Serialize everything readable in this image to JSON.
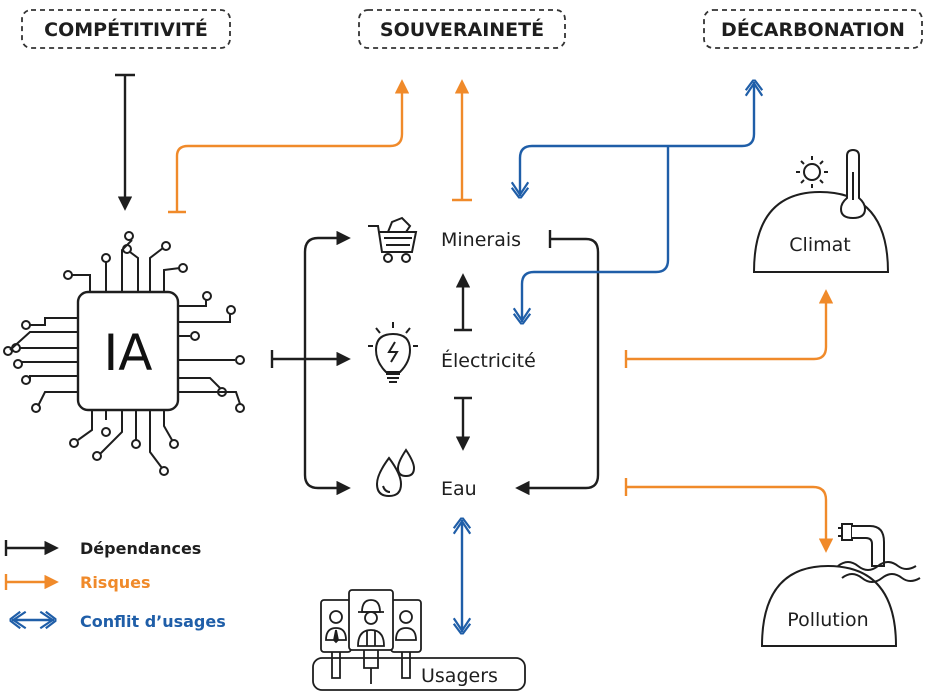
{
  "goals": {
    "competitivite": "COMPÉTITIVITÉ",
    "souverainete": "SOUVERAINETÉ",
    "decarbonation": "DÉCARBONATION"
  },
  "nodes": {
    "ia": "IA",
    "minerais": "Minerais",
    "electricite": "Électricité",
    "eau": "Eau",
    "climat": "Climat",
    "pollution": "Pollution",
    "usagers": "Usagers"
  },
  "legend": {
    "dependances": "Dépendances",
    "risques": "Risques",
    "conflit": "Conflit d’usages"
  },
  "colors": {
    "dependance": "#1e1e1e",
    "risque": "#f08a2a",
    "conflit": "#1f5ea8"
  }
}
